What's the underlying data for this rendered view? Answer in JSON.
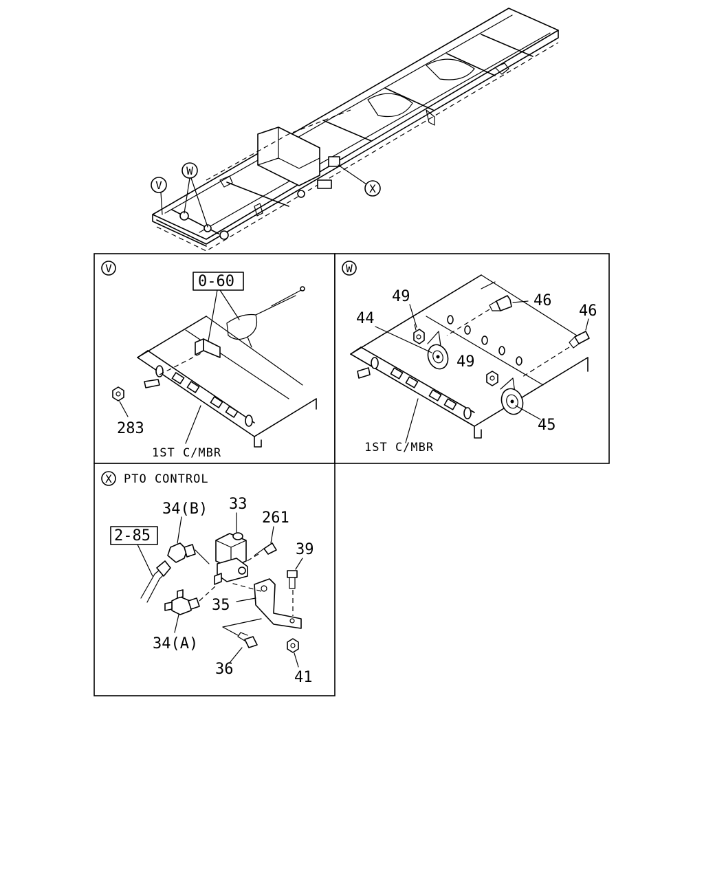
{
  "overview": {
    "callouts": {
      "v": "V",
      "w": "W",
      "x": "X"
    }
  },
  "panel_v": {
    "marker": "V",
    "ref_box": "0-60",
    "parts": {
      "nut": "283"
    },
    "member_label": "1ST C/MBR"
  },
  "panel_w": {
    "marker": "W",
    "parts": {
      "p49a": "49",
      "p49b": "49",
      "p44": "44",
      "p45": "45",
      "p46a": "46",
      "p46b": "46"
    },
    "member_label": "1ST C/MBR"
  },
  "panel_x": {
    "marker": "X",
    "title": "PTO CONTROL",
    "ref_box": "2-85",
    "parts": {
      "p34b": "34(B)",
      "p33": "33",
      "p261": "261",
      "p39": "39",
      "p35": "35",
      "p34a": "34(A)",
      "p36": "36",
      "p41": "41"
    }
  }
}
